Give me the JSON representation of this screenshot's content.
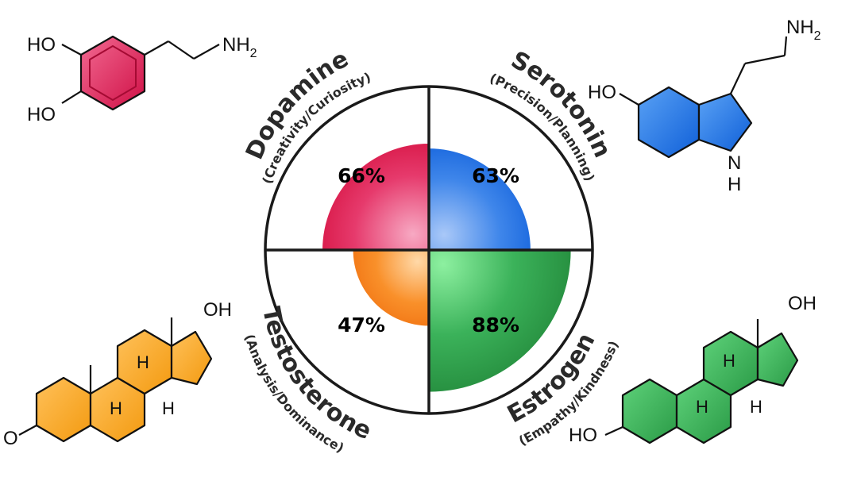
{
  "quadrants": [
    {
      "key": "dopamine",
      "name": "Dopamine",
      "subtitle": "(Creativity/Curiosity)",
      "value": 66,
      "label": "66%",
      "color": "#e0164e"
    },
    {
      "key": "serotonin",
      "name": "Serotonin",
      "subtitle": "(Precision/Planning)",
      "value": 63,
      "label": "63%",
      "color": "#1a6be0"
    },
    {
      "key": "testosterone",
      "name": "Testosterone",
      "subtitle": "(Analysis/Dominance)",
      "value": 47,
      "label": "47%",
      "color": "#f47c12"
    },
    {
      "key": "estrogen",
      "name": "Estrogen",
      "subtitle": "(Empathy/Kindness)",
      "value": 88,
      "label": "88%",
      "color": "#2e9b45"
    }
  ],
  "molecules": {
    "dopamine": {
      "ho_top": "HO",
      "ho_bottom": "HO",
      "nh2": "NH",
      "nh2_sub": "2"
    },
    "serotonin": {
      "nh2": "NH",
      "nh2_sub": "2",
      "ho": "HO",
      "n": "N",
      "h": "H"
    },
    "testosterone": {
      "oh": "OH",
      "h1": "H",
      "h2": "H",
      "h3": "H",
      "o": "O"
    },
    "estrogen": {
      "oh": "OH",
      "h1": "H",
      "h2": "H",
      "h3": "H",
      "ho": "HO"
    }
  }
}
